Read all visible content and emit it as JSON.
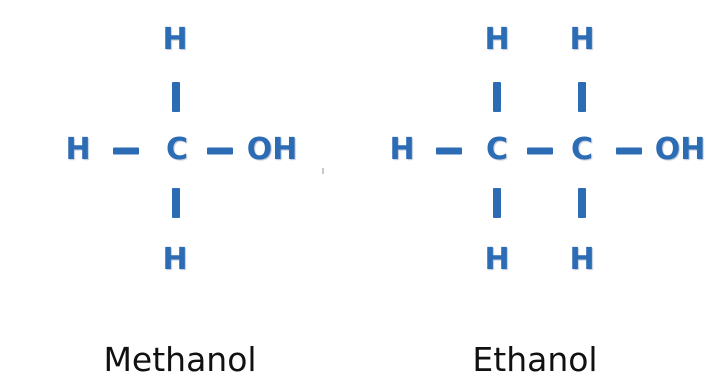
{
  "colors": {
    "atom": "#2b6cb5",
    "caption": "#111111",
    "background": "#ffffff"
  },
  "molecules": [
    {
      "name": "Methanol",
      "atoms": [
        "H",
        "H",
        "C",
        "OH",
        "H"
      ]
    },
    {
      "name": "Ethanol",
      "atoms": [
        "H",
        "H",
        "H",
        "C",
        "C",
        "OH",
        "H",
        "H"
      ]
    }
  ]
}
